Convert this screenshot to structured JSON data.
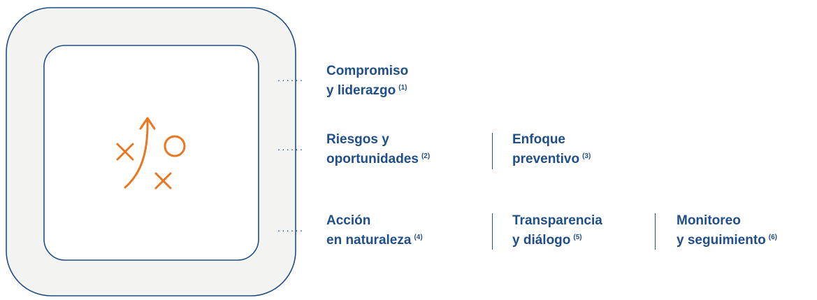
{
  "colors": {
    "accent": "#e87722",
    "primary": "#1f4f86",
    "frame_fill": "#f3f3f1"
  },
  "icon": "strategy-play-icon",
  "rows": [
    {
      "items": [
        {
          "line1": "Compromiso",
          "line2": "y liderazgo",
          "ref": "(1)"
        }
      ]
    },
    {
      "items": [
        {
          "line1": "Riesgos y",
          "line2": "oportunidades",
          "ref": "(2)"
        },
        {
          "line1": "Enfoque",
          "line2": "preventivo",
          "ref": "(3)"
        }
      ]
    },
    {
      "items": [
        {
          "line1": "Acción",
          "line2": "en naturaleza",
          "ref": "(4)"
        },
        {
          "line1": "Transparencia",
          "line2": "y diálogo",
          "ref": "(5)"
        },
        {
          "line1": "Monitoreo",
          "line2": "y seguimiento",
          "ref": "(6)"
        }
      ]
    }
  ]
}
